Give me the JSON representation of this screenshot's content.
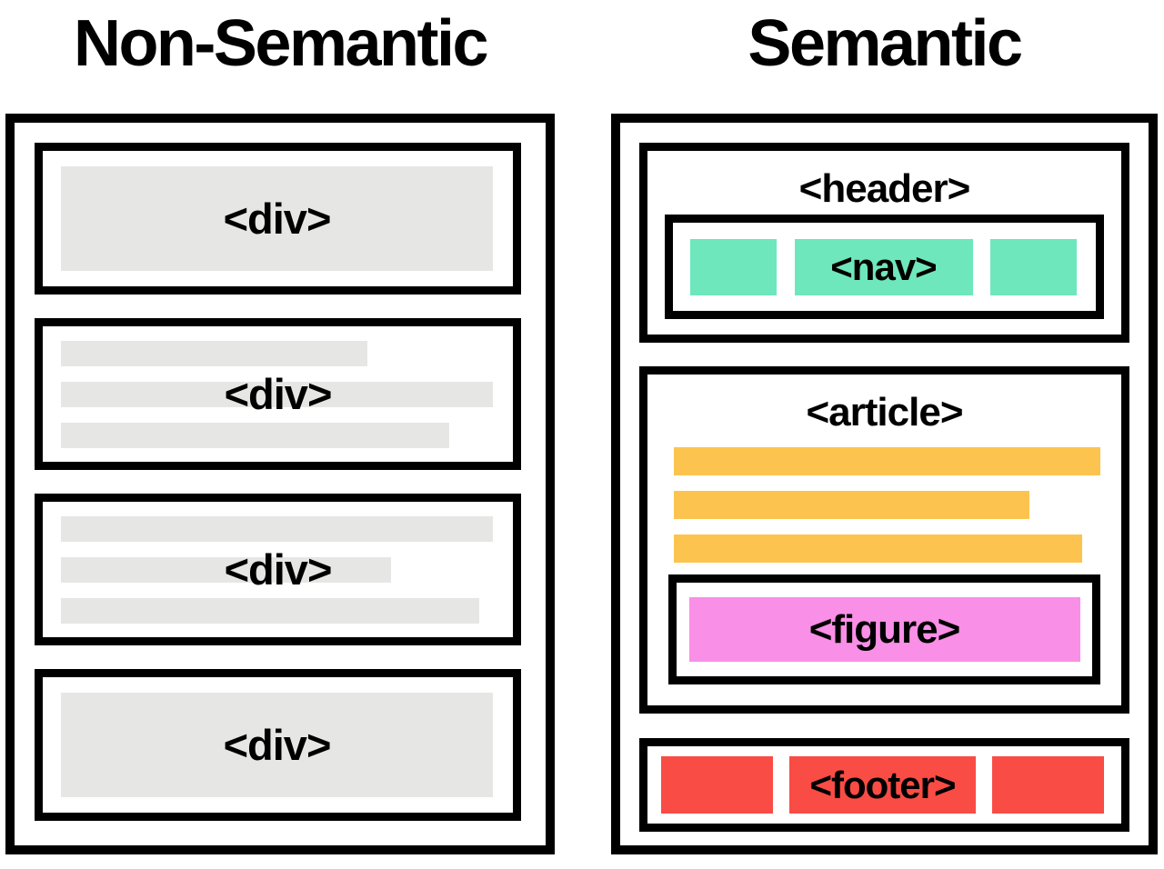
{
  "non_semantic": {
    "title": "Non-Semantic",
    "boxes": [
      {
        "label": "<div>",
        "style": "solid-block"
      },
      {
        "label": "<div>",
        "style": "text-bars"
      },
      {
        "label": "<div>",
        "style": "text-bars"
      },
      {
        "label": "<div>",
        "style": "solid-block"
      }
    ]
  },
  "semantic": {
    "title": "Semantic",
    "header": {
      "label": "<header>"
    },
    "nav": {
      "label": "<nav>"
    },
    "article": {
      "label": "<article>"
    },
    "figure": {
      "label": "<figure>"
    },
    "footer": {
      "label": "<footer>"
    }
  },
  "colors": {
    "placeholder_gray": "#e6e6e4",
    "nav_green": "#6ee7bd",
    "article_orange": "#fcc44e",
    "figure_pink": "#f98fe6",
    "footer_red": "#f94c45",
    "border_black": "#000000"
  }
}
